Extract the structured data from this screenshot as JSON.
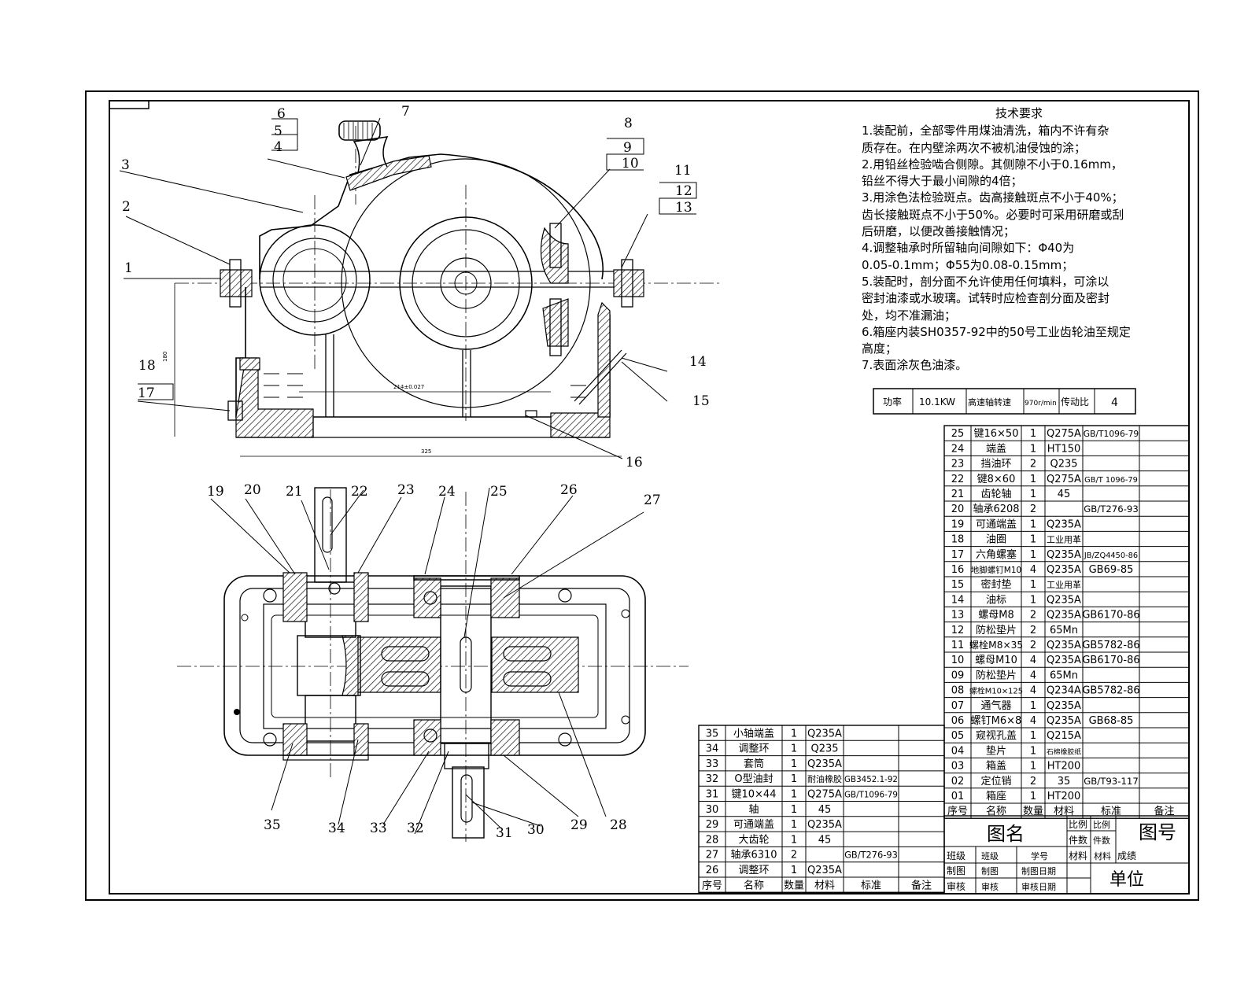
{
  "requirements": {
    "title": "技术要求",
    "lines": [
      "1.装配前，全部零件用煤油清洗，箱内不许有杂",
      "质存在。在内壁涂两次不被机油侵蚀的涂；",
      "2.用铅丝检验啮合侧隙。其侧隙不小于0.16mm，",
      "铅丝不得大于最小间隙的4倍；",
      "3.用涂色法检验斑点。齿高接触斑点不小于40%；",
      "齿长接触斑点不小于50%。必要时可采用研磨或刮",
      "后研磨，以便改善接触情况；",
      "4.调整轴承时所留轴向间隙如下：Φ40为",
      "0.05-0.1mm；Φ55为0.08-0.15mm；",
      "5.装配时，剖分面不允许使用任何填料，可涂以",
      "密封油漆或水玻璃。试转时应检查剖分面及密封",
      "处，均不准漏油；",
      "6.箱座内装SH0357-92中的50号工业齿轮油至规定",
      "高度；",
      "7.表面涂灰色油漆。"
    ]
  },
  "spec": [
    "功率",
    "10.1KW",
    "高速轴转速",
    "970r/min",
    "传动比",
    "4"
  ],
  "bom_right": [
    [
      "25",
      "键16×50",
      "1",
      "Q275A",
      "GB/T1096-79"
    ],
    [
      "24",
      "端盖",
      "1",
      "HT150",
      ""
    ],
    [
      "23",
      "挡油环",
      "2",
      "Q235",
      ""
    ],
    [
      "22",
      "键8×60",
      "1",
      "Q275A",
      "GB/T 1096-79"
    ],
    [
      "21",
      "齿轮轴",
      "1",
      "45",
      ""
    ],
    [
      "20",
      "轴承6208",
      "2",
      "",
      "GB/T276-93"
    ],
    [
      "19",
      "可通端盖",
      "1",
      "Q235A",
      ""
    ],
    [
      "18",
      "油圈",
      "1",
      "工业用革",
      ""
    ],
    [
      "17",
      "六角螺塞",
      "1",
      "Q235A",
      "JB/ZQ4450-86"
    ],
    [
      "16",
      "地脚螺钉M10",
      "4",
      "Q235A",
      "GB69-85"
    ],
    [
      "15",
      "密封垫",
      "1",
      "工业用革",
      ""
    ],
    [
      "14",
      "油标",
      "1",
      "Q235A",
      ""
    ],
    [
      "13",
      "螺母M8",
      "2",
      "Q235A",
      "GB6170-86"
    ],
    [
      "12",
      "防松垫片",
      "2",
      "65Mn",
      ""
    ],
    [
      "11",
      "螺栓M8×35",
      "2",
      "Q235A",
      "GB5782-86"
    ],
    [
      "10",
      "螺母M10",
      "4",
      "Q235A",
      "GB6170-86"
    ],
    [
      "09",
      "防松垫片",
      "4",
      "65Mn",
      ""
    ],
    [
      "08",
      "螺栓M10×125",
      "4",
      "Q234A",
      "GB5782-86"
    ],
    [
      "07",
      "通气器",
      "1",
      "Q235A",
      ""
    ],
    [
      "06",
      "螺钉M6×8",
      "4",
      "Q235A",
      "GB68-85"
    ],
    [
      "05",
      "窥视孔盖",
      "1",
      "Q215A",
      ""
    ],
    [
      "04",
      "垫片",
      "1",
      "石棉橡胶纸",
      ""
    ],
    [
      "03",
      "箱盖",
      "1",
      "HT200",
      ""
    ],
    [
      "02",
      "定位销",
      "2",
      "35",
      "GB/T93-117"
    ],
    [
      "01",
      "箱座",
      "1",
      "HT200",
      ""
    ]
  ],
  "bom_left": [
    [
      "35",
      "小轴端盖",
      "1",
      "Q235A",
      ""
    ],
    [
      "34",
      "调整环",
      "1",
      "Q235",
      ""
    ],
    [
      "33",
      "套筒",
      "1",
      "Q235A",
      ""
    ],
    [
      "32",
      "O型油封",
      "1",
      "耐油橡胶",
      "GB3452.1-92"
    ],
    [
      "31",
      "键10×44",
      "1",
      "Q275A",
      "GB/T1096-79"
    ],
    [
      "30",
      "轴",
      "1",
      "45",
      ""
    ],
    [
      "29",
      "可通端盖",
      "1",
      "Q235A",
      ""
    ],
    [
      "28",
      "大齿轮",
      "1",
      "45",
      ""
    ],
    [
      "27",
      "轴承6310",
      "2",
      "",
      "GB/T276-93"
    ],
    [
      "26",
      "调整环",
      "1",
      "Q235A",
      ""
    ]
  ],
  "bom_header": [
    "序号",
    "名称",
    "数量",
    "材料",
    "标准",
    "备注"
  ],
  "title_block": {
    "drawing_name": "图名",
    "drawing_no": "图号",
    "scale_label": "比例",
    "scale_value": "比例",
    "qty_label": "件数",
    "qty_value": "件数",
    "class_label": "班级",
    "class_value": "班级",
    "student_no": "学号",
    "material_label": "材料",
    "material_value": "材料",
    "grade": "成绩",
    "drawn_label": "制图",
    "drawn_value": "制图",
    "drawn_date": "制图日期",
    "checked_label": "审核",
    "checked_value": "审核",
    "checked_date": "审核日期",
    "unit": "单位"
  },
  "balloons": [
    "1",
    "2",
    "3",
    "4",
    "5",
    "6",
    "7",
    "8",
    "9",
    "10",
    "11",
    "12",
    "13",
    "14",
    "15",
    "16",
    "17",
    "18",
    "19",
    "20",
    "21",
    "22",
    "23",
    "24",
    "25",
    "26",
    "27",
    "28",
    "29",
    "30",
    "31",
    "32",
    "33",
    "34",
    "35"
  ]
}
